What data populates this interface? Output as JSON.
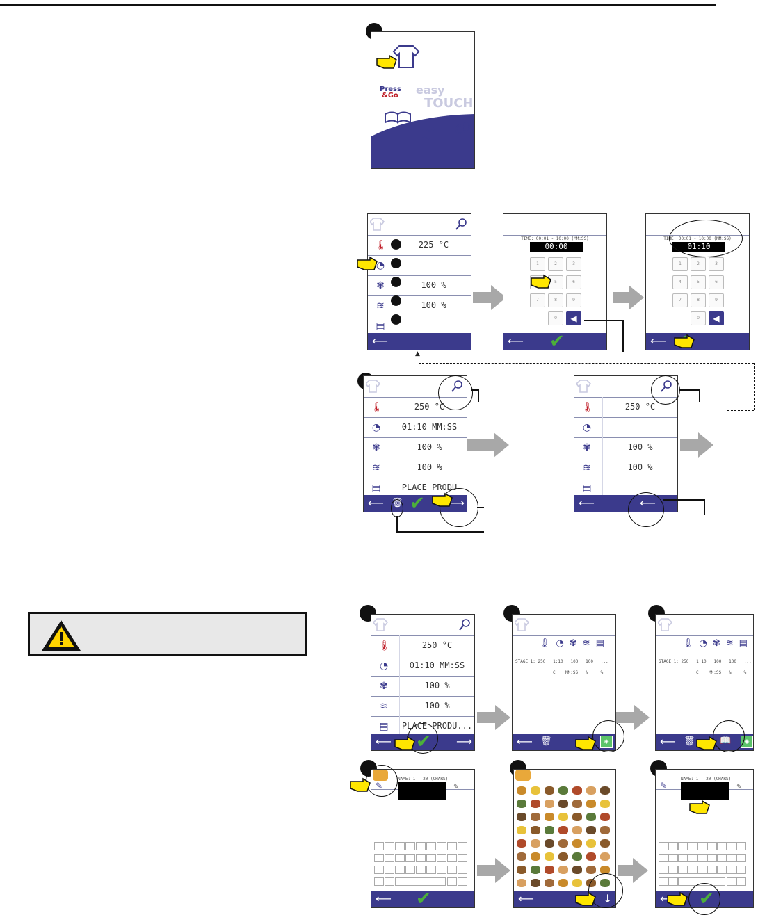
{
  "screens": {
    "home": {
      "logo_press": "Press",
      "logo_go": "&Go",
      "logo_easy": "easy",
      "logo_touch": "TOUCH"
    },
    "step_settings": {
      "temp": "225 °C",
      "fan": "100 %",
      "steam": "100 %"
    },
    "keypad_empty": {
      "range": "TIME: 00:01 - 10:00 (MM:SS)",
      "display": "00:00"
    },
    "keypad_filled": {
      "range": "TIME: 00:01 - 10:00 (MM:SS)",
      "display": "01:10"
    },
    "stage1": {
      "temp": "250 °C",
      "time": "01:10 MM:SS",
      "fan": "100 %",
      "steam": "100 %",
      "text": "PLACE PRODU"
    },
    "stage2": {
      "temp": "250 °C",
      "fan": "100 %",
      "steam": "100 %"
    },
    "save_stage": {
      "temp": "250 °C",
      "time": "01:10 MM:SS",
      "fan": "100 %",
      "steam": "100 %",
      "text": "PLACE PRODU..."
    },
    "table": {
      "row": "STAGE 1: 250   1:10   100   100   ...",
      "units": "C    MM:SS   %     %"
    },
    "name_entry": {
      "label": "NAME: 1 - 20 (CHARS)"
    }
  },
  "keys": [
    "1",
    "2",
    "3",
    "4",
    "5",
    "6",
    "7",
    "8",
    "9",
    "0"
  ],
  "icon_names": [
    "thermometer-icon",
    "clock-icon",
    "fan-icon",
    "steam-icon",
    "note-icon",
    "magnifier-icon",
    "trash-icon",
    "check-icon",
    "back-arrow-icon",
    "next-arrow-icon",
    "warning-icon",
    "book-icon"
  ]
}
